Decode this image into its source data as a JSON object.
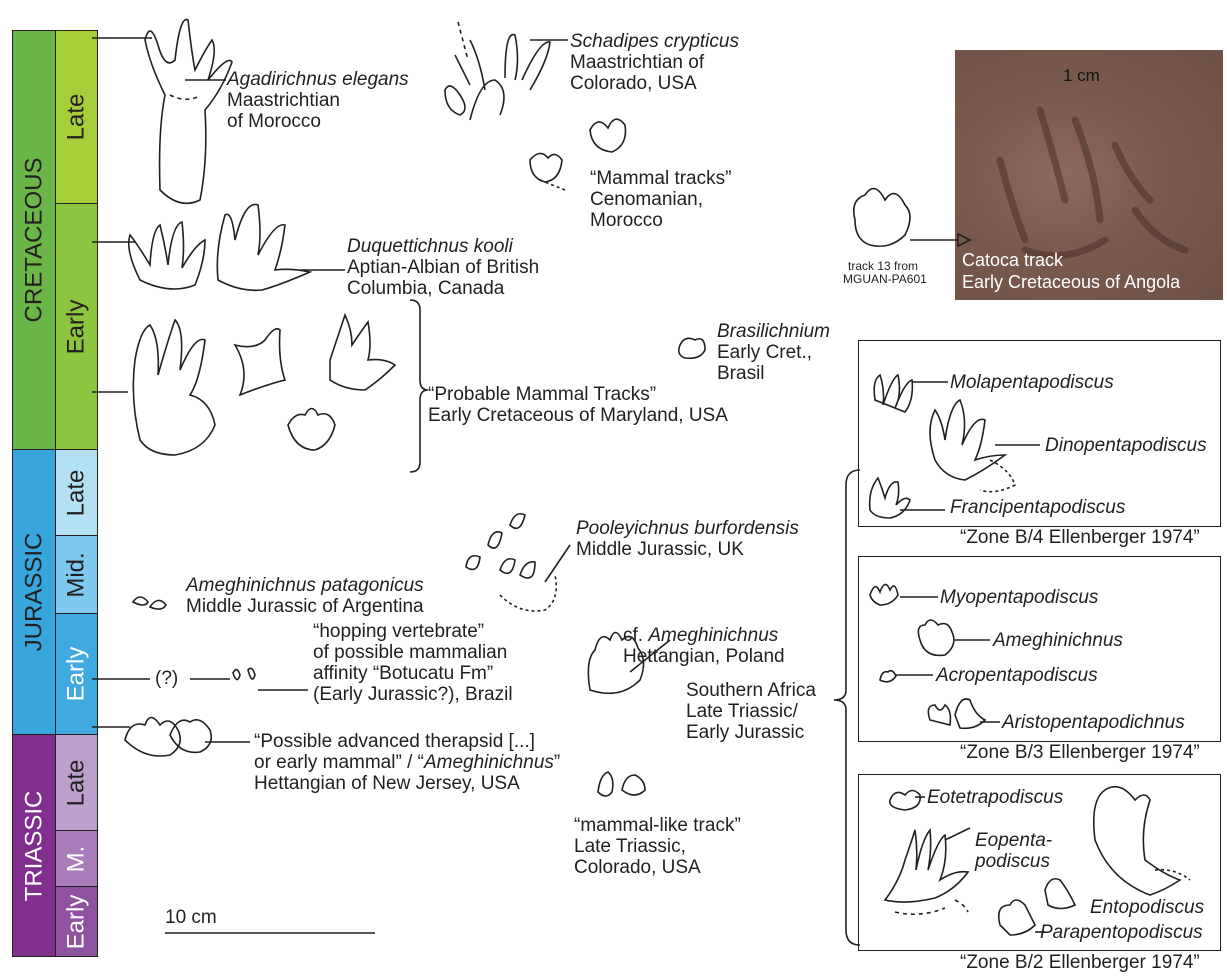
{
  "periods": [
    {
      "name": "CRETACEOUS",
      "color": "#6cb649"
    },
    {
      "name": "JURASSIC",
      "color": "#36a6dd"
    },
    {
      "name": "TRIASSIC",
      "color": "#812f8f"
    }
  ],
  "epochs": [
    {
      "name": "Late",
      "color": "#a6ce39"
    },
    {
      "name": "Early",
      "color": "#8cc63f"
    },
    {
      "name": "Late",
      "color": "#b3e0f3"
    },
    {
      "name": "Mid.",
      "color": "#80c9ee"
    },
    {
      "name": "Early",
      "color": "#3fa9e0"
    },
    {
      "name": "Late",
      "color": "#bd9fcc"
    },
    {
      "name": "M.",
      "color": "#a87ab8"
    },
    {
      "name": "Early",
      "color": "#8f52a0"
    }
  ],
  "scale_bar": "10 cm",
  "labels": {
    "agadir_name": "Agadirichnus elegans",
    "agadir_l1": "Maastrichtian",
    "agadir_l2": "of Morocco",
    "schad_name": "Schadipes crypticus",
    "schad_l1": "Maastrichtian of",
    "schad_l2": "Colorado, USA",
    "mam_l1": "“Mammal tracks”",
    "mam_l2": "Cenomanian,",
    "mam_l3": "Morocco",
    "duq_name": "Duquettichnus kooli",
    "duq_l1": "Aptian-Albian of British",
    "duq_l2": "Columbia, Canada",
    "track13_l1": "track 13 from",
    "track13_l2": "MGUAN-PA601",
    "photo_scale": "1 cm",
    "catoca_l1": "Catoca track",
    "catoca_l2": "Early Cretaceous of Angola",
    "bras_name": "Brasilichnium",
    "bras_l1": "Early Cret.,",
    "bras_l2": "Brasil",
    "prob_l1": "“Probable Mammal Tracks”",
    "prob_l2": "Early Cretaceous of Maryland, USA",
    "amegh_name": "Ameghinichnus patagonicus",
    "amegh_l1": "Middle Jurassic of Argentina",
    "pool_name": "Pooleyichnus burfordensis",
    "pool_l1": "Middle Jurassic, UK",
    "cf_pre": "cf. ",
    "cf_name": "Ameghinichnus",
    "cf_l1": "Hettangian, Poland",
    "hop_l1": "“hopping vertebrate”",
    "hop_l2": "of possible mammalian",
    "hop_l3": "affinity “Botucatu Fm”",
    "hop_l4": "(Early Jurassic?), Brazil",
    "qmark": "(?)",
    "thera_l1": "“Possible advanced therapsid [...]",
    "thera_l2a": "or early mammal” / “",
    "thera_l2b": "Ameghinichnus",
    "thera_l2c": "”",
    "thera_l3": "Hettangian of New Jersey, USA",
    "mlt_l1": "“mammal-like track”",
    "mlt_l2": "Late Triassic,",
    "mlt_l3": "Colorado, USA",
    "sa_l1": "Southern Africa",
    "sa_l2": "Late Triassic/",
    "sa_l3": "Early Jurassic",
    "molap": "Molapentapodiscus",
    "dinop": "Dinopentapodiscus",
    "francip": "Francipentapodiscus",
    "zoneb4": "“Zone B/4 Ellenberger 1974”",
    "myop": "Myopentapodiscus",
    "amegh2": "Ameghinichnus",
    "acrop": "Acropentapodiscus",
    "aristop": "Aristopentapodichnus",
    "zoneb3": "“Zone B/3 Ellenberger 1974”",
    "eotetra": "Eotetrapodiscus",
    "eopenta_l1": "Eopenta-",
    "eopenta_l2": "podiscus",
    "entop": "Entopodiscus",
    "parap": "Parapentopodiscus",
    "zoneb2": "“Zone B/2 Ellenberger 1974”"
  }
}
